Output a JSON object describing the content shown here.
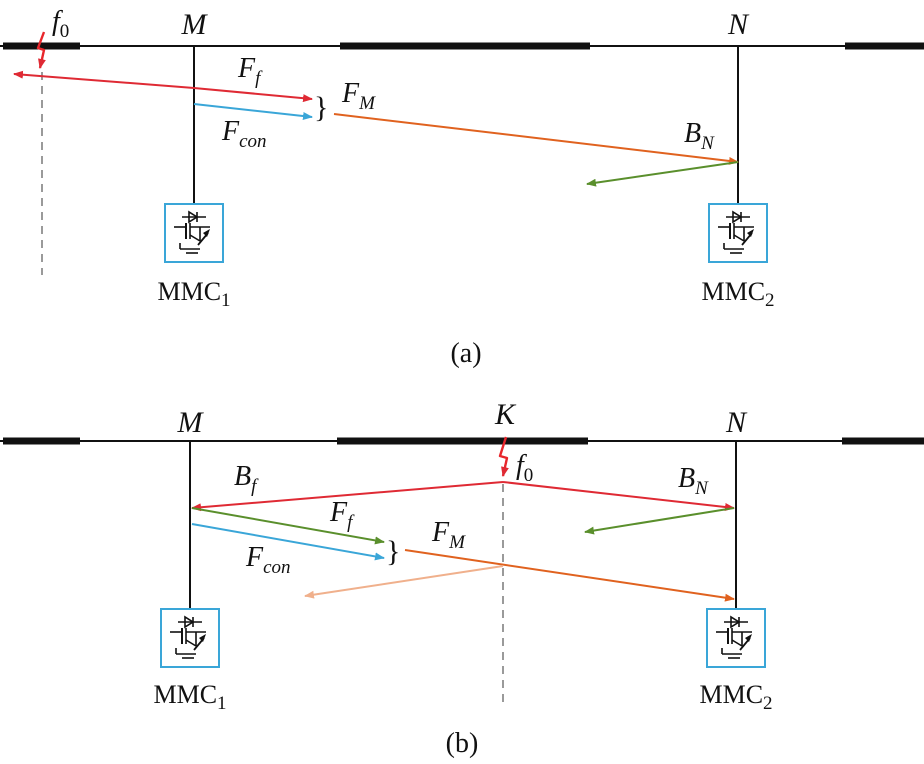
{
  "colors": {
    "line": "#111111",
    "dashed": "#9a9a9a",
    "fault": "#e8262b",
    "red_arrow": "#df2a34",
    "blue_arrow": "#3aa6d8",
    "orange_arrow": "#e0621f",
    "green_arrow": "#5a8f2c",
    "pale_orange_arrow": "#f0b08c",
    "converter_box": "#3aa6d8"
  },
  "icons": [
    "fault-lightning-icon",
    "mmc-converter-icon"
  ],
  "panel_a": {
    "caption": "(a)",
    "node_m": "M",
    "node_n": "N",
    "fault": {
      "base": "f",
      "sub": "0"
    },
    "ff": {
      "base": "F",
      "sub": "f"
    },
    "fcon": {
      "base": "F",
      "sub": "con"
    },
    "fm": {
      "base": "F",
      "sub": "M"
    },
    "bn": {
      "base": "B",
      "sub": "N"
    },
    "brace": "}",
    "mmc1": {
      "base": "MMC",
      "sub": "1"
    },
    "mmc2": {
      "base": "MMC",
      "sub": "2"
    }
  },
  "panel_b": {
    "caption": "(b)",
    "node_m": "M",
    "node_k": "K",
    "node_n": "N",
    "fault": {
      "base": "f",
      "sub": "0"
    },
    "bf": {
      "base": "B",
      "sub": "f"
    },
    "ff": {
      "base": "F",
      "sub": "f"
    },
    "fcon": {
      "base": "F",
      "sub": "con"
    },
    "fm": {
      "base": "F",
      "sub": "M"
    },
    "bn": {
      "base": "B",
      "sub": "N"
    },
    "brace": "}",
    "mmc1": {
      "base": "MMC",
      "sub": "1"
    },
    "mmc2": {
      "base": "MMC",
      "sub": "2"
    }
  }
}
